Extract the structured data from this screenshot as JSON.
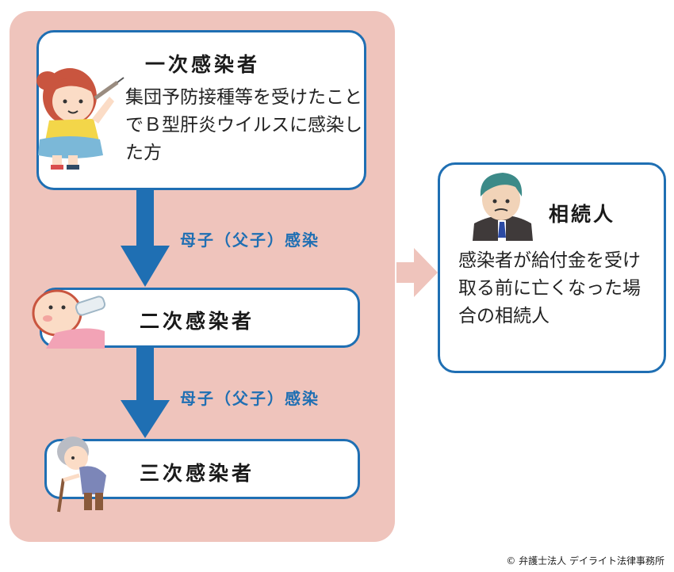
{
  "nodes": {
    "primary": {
      "title": "一次感染者",
      "description": "集団予防接種等を受けたことでＢ型肝炎ウイルスに感染した方"
    },
    "secondary": {
      "title": "二次感染者"
    },
    "tertiary": {
      "title": "三次感染者"
    },
    "heir": {
      "title": "相続人",
      "description": "感染者が給付金を受け取る前に亡くなった場合の相続人"
    }
  },
  "arrows": {
    "primary_to_secondary": "母子（父子）感染",
    "secondary_to_tertiary": "母子（父子）感染"
  },
  "copyright": "© 弁護士法人 デイライト法律事務所",
  "colors": {
    "panel": "#efc4bc",
    "border": "#1f6fb3",
    "arrow_blue": "#1f6fb3",
    "arrow_pink": "#efc4bc"
  },
  "icons": {
    "primary": "child-vaccination-icon",
    "secondary": "baby-bottle-icon",
    "tertiary": "elderly-cane-icon",
    "heir": "man-suit-icon"
  }
}
